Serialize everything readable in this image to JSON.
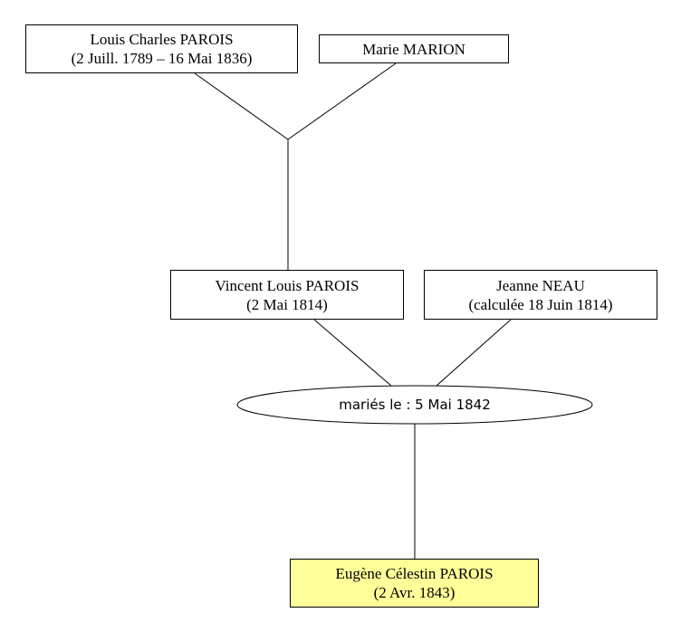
{
  "tree": {
    "grandfather": {
      "name": "Louis Charles PAROIS",
      "dates": "(2 Juill. 1789 – 16 Mai 1836)"
    },
    "grandmother": {
      "name": "Marie MARION"
    },
    "father": {
      "name": "Vincent Louis PAROIS",
      "dates": "(2 Mai 1814)"
    },
    "mother": {
      "name": "Jeanne NEAU",
      "dates": "(calculée 18 Juin 1814)"
    },
    "marriage": {
      "label": "mariés le : 5 Mai 1842"
    },
    "child": {
      "name": "Eugène Célestin PAROIS",
      "dates": "(2 Avr. 1843)"
    }
  },
  "colors": {
    "highlight_fill": "#ffff99",
    "line": "#000000",
    "box_fill": "#ffffff"
  }
}
